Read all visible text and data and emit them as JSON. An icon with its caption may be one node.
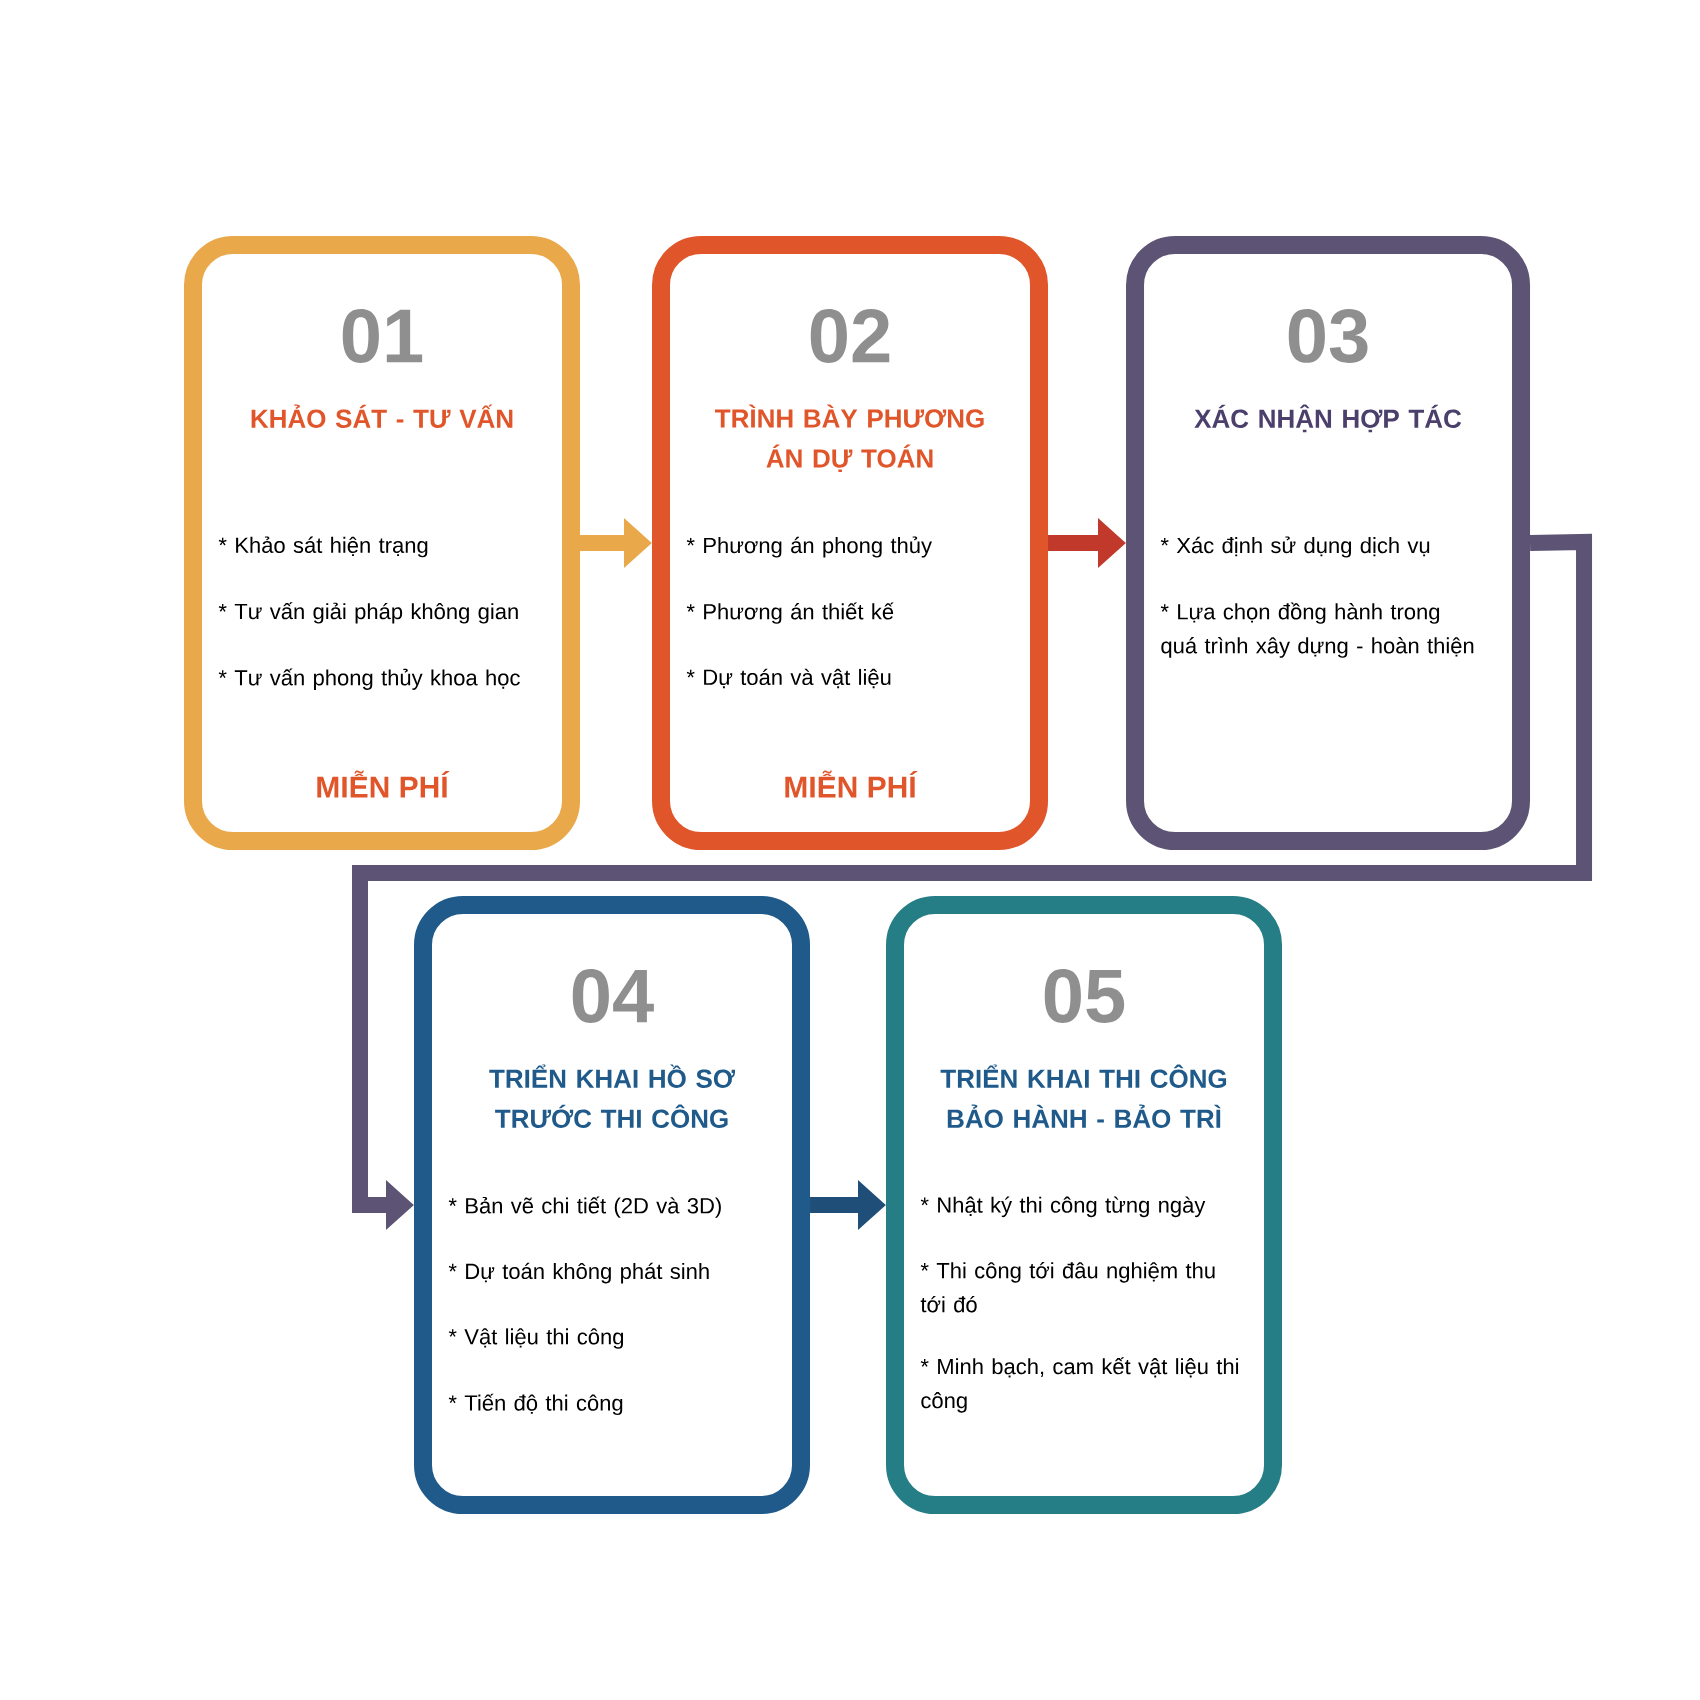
{
  "diagram": {
    "nodes": [
      {
        "text": [
          "01",
          "KHẢO SÁT - TƯ VẤN",
          "* Khảo sát hiện trạng",
          "* Tư vấn giải pháp không gian",
          "* Tư vấn phong thủy khoa học",
          "MIỄN PHÍ"
        ]
      },
      {
        "text": [
          "02",
          "TRÌNH BÀY PHƯƠNG ÁN DỰ TOÁN",
          "* Phương án phong thủy",
          "* Phương án thiết kế",
          "* Dự toán và vật liệu",
          "MIỄN PHÍ"
        ]
      },
      {
        "text": [
          "03",
          "XÁC NHẬN HỢP TÁC",
          "* Xác định sử dụng dịch vụ",
          "* Lựa chọn đồng hành trong quá trình xây dựng - hoàn thiện"
        ]
      },
      {
        "text": [
          "04",
          "TRIỂN KHAI HỒ SƠ TRƯỚC THI CÔNG",
          "* Bản vẽ chi tiết (2D và 3D)",
          "* Dự toán không phát sinh",
          "* Vật liệu thi công",
          "* Tiến độ thi công"
        ]
      },
      {
        "text": [
          "05",
          "TRIỂN KHAI THI CÔNG BẢO HÀNH - BẢO TRÌ",
          "* Nhật ký thi công từng ngày",
          "* Thi công tới đâu nghiệm thu tới đó",
          "* Minh bạch, cam kết vật liệu thi công"
        ]
      }
    ],
    "edges": [
      {
        "from": 0,
        "to": 1,
        "arrow": "to",
        "color": "#e9a94a"
      },
      {
        "from": 1,
        "to": 2,
        "arrow": "to",
        "color": "#c0392b"
      },
      {
        "from": 2,
        "to": 3,
        "arrow": "to",
        "color": "#5d5475"
      },
      {
        "from": 3,
        "to": 4,
        "arrow": "to",
        "color": "#1f4e79"
      }
    ]
  }
}
